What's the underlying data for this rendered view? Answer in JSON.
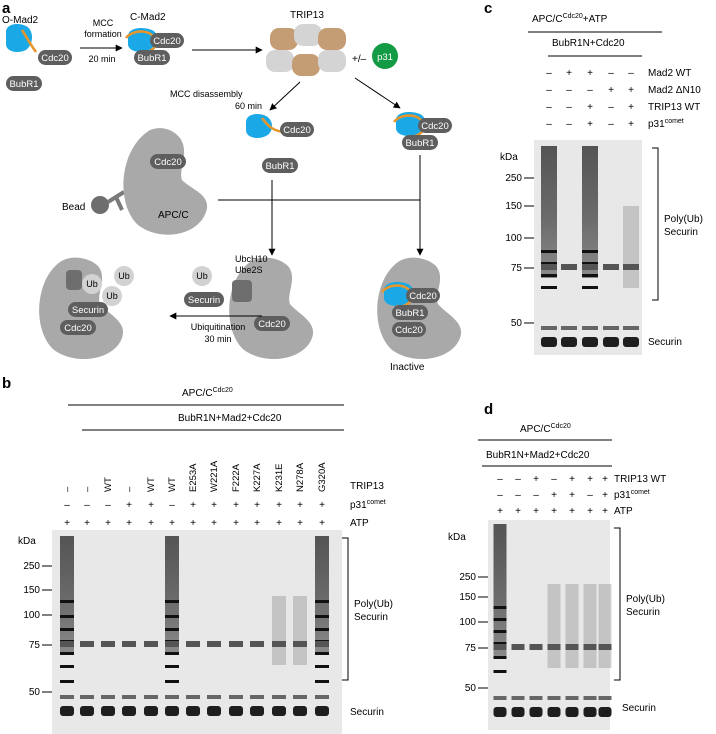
{
  "panel_a": {
    "letter": "a",
    "o_mad2": "O-Mad2",
    "c_mad2": "C-Mad2",
    "cdc20": "Cdc20",
    "bubr1": "BubR1",
    "mcc_formation": "MCC",
    "mcc_formation_2": "formation",
    "mcc_time": "20 min",
    "trip13": "TRIP13",
    "plus_minus": "+/–",
    "p31": "p31",
    "mcc_disassembly": "MCC disassembly",
    "disassembly_time": "60 min",
    "bead": "Bead",
    "apcc": "APC/C",
    "ubch10": "UbcH10",
    "ube2s": "Ube2S",
    "ub": "Ub",
    "securin": "Securin",
    "ubiquitination": "Ubiquitination",
    "ubiq_time": "30 min",
    "inactive": "Inactive"
  },
  "panel_b": {
    "letter": "b",
    "header1": "APC/C",
    "header1_sup": "Cdc20",
    "header2": "BubR1N+Mad2+Cdc20",
    "row_labels": [
      "TRIP13",
      "p31",
      "ATP"
    ],
    "p31_sup": "comet",
    "trip13_row": [
      "–",
      "–",
      "WT",
      "–",
      "WT",
      "WT",
      "E253A",
      "W221A",
      "F222A",
      "K227A",
      "K231E",
      "N278A",
      "G320A"
    ],
    "p31_row": [
      "–",
      "–",
      "–",
      "+",
      "+",
      "–",
      "+",
      "+",
      "+",
      "+",
      "+",
      "+",
      "+"
    ],
    "atp_row": [
      "+",
      "+",
      "+",
      "+",
      "+",
      "+",
      "+",
      "+",
      "+",
      "+",
      "+",
      "+",
      "+"
    ],
    "kda": "kDa",
    "markers": [
      "250",
      "150",
      "100",
      "75",
      "50"
    ],
    "poly_ub": "Poly(Ub)",
    "securin_bracket": "Securin",
    "securin": "Securin"
  },
  "panel_c": {
    "letter": "c",
    "header1": "APC/C",
    "header1_sup": "Cdc20",
    "header1_tail": "+ATP",
    "header2": "BubR1N+Cdc20",
    "row_labels": [
      "Mad2 WT",
      "Mad2 ΔN10",
      "TRIP13 WT",
      "p31"
    ],
    "p31_sup": "comet",
    "mad2wt_row": [
      "–",
      "+",
      "+",
      "–",
      "–"
    ],
    "mad2dn10_row": [
      "–",
      "–",
      "–",
      "+",
      "+"
    ],
    "trip13_row": [
      "–",
      "–",
      "+",
      "–",
      "+"
    ],
    "p31_row": [
      "–",
      "–",
      "+",
      "–",
      "+"
    ],
    "kda": "kDa",
    "markers": [
      "250",
      "150",
      "100",
      "75",
      "50"
    ],
    "poly_ub": "Poly(Ub)",
    "securin_bracket": "Securin",
    "securin": "Securin"
  },
  "panel_d": {
    "letter": "d",
    "header1": "APC/C",
    "header1_sup": "Cdc20",
    "header2": "BubR1N+Mad2+Cdc20",
    "row_labels": [
      "TRIP13 WT",
      "p31",
      "ATP"
    ],
    "p31_sup": "comet",
    "trip13_row": [
      "–",
      "–",
      "+",
      "–",
      "+",
      "+",
      "+"
    ],
    "p31_row": [
      "–",
      "–",
      "–",
      "+",
      "+",
      "–",
      "+"
    ],
    "atp_row": [
      "+",
      "+",
      "+",
      "+",
      "+",
      "+",
      "+"
    ],
    "kda": "kDa",
    "markers": [
      "250",
      "150",
      "100",
      "75",
      "50"
    ],
    "poly_ub": "Poly(Ub)",
    "securin_bracket": "Securin",
    "securin": "Securin"
  },
  "colors": {
    "mad2": "#1aa9e6",
    "cdc20_tail": "#e8952a",
    "pill": "#5e5e5e",
    "apcc": "#a9a9a9",
    "p31": "#139a44",
    "trip13_tan": "#c59d74",
    "trip13_grey": "#d4d4d4",
    "ub": "#d2d2d2"
  }
}
